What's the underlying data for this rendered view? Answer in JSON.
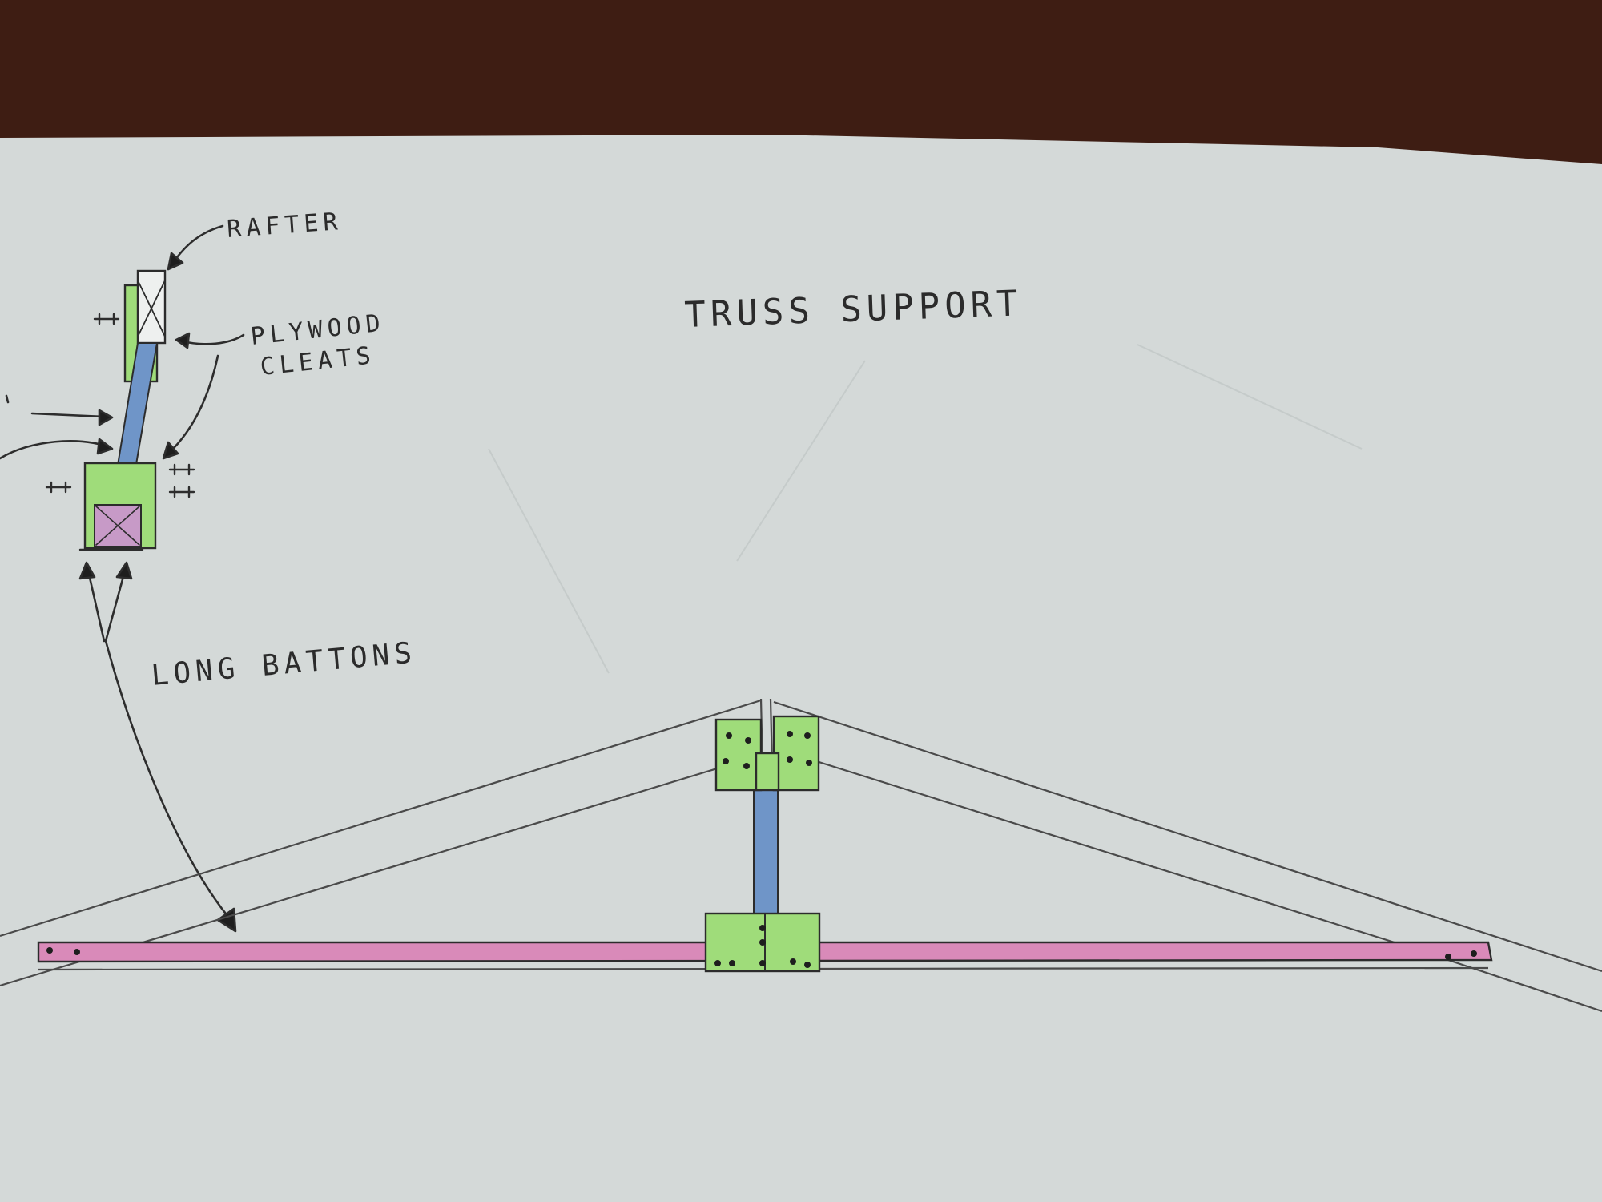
{
  "title": "TRUSS SUPPORT",
  "labels": {
    "rafter": "RAFTER",
    "plywood_line1": "PLYWOOD",
    "plywood_line2": "CLEATS",
    "long_battons": "LONG BATTONS"
  },
  "colors": {
    "background_wood": "#3e1d13",
    "paper": "#d4d9d8",
    "cleat_green": "#9fdc7a",
    "post_blue": "#6f95c8",
    "batton_pink": "#d98ab9",
    "ink": "#2d2d2d"
  }
}
